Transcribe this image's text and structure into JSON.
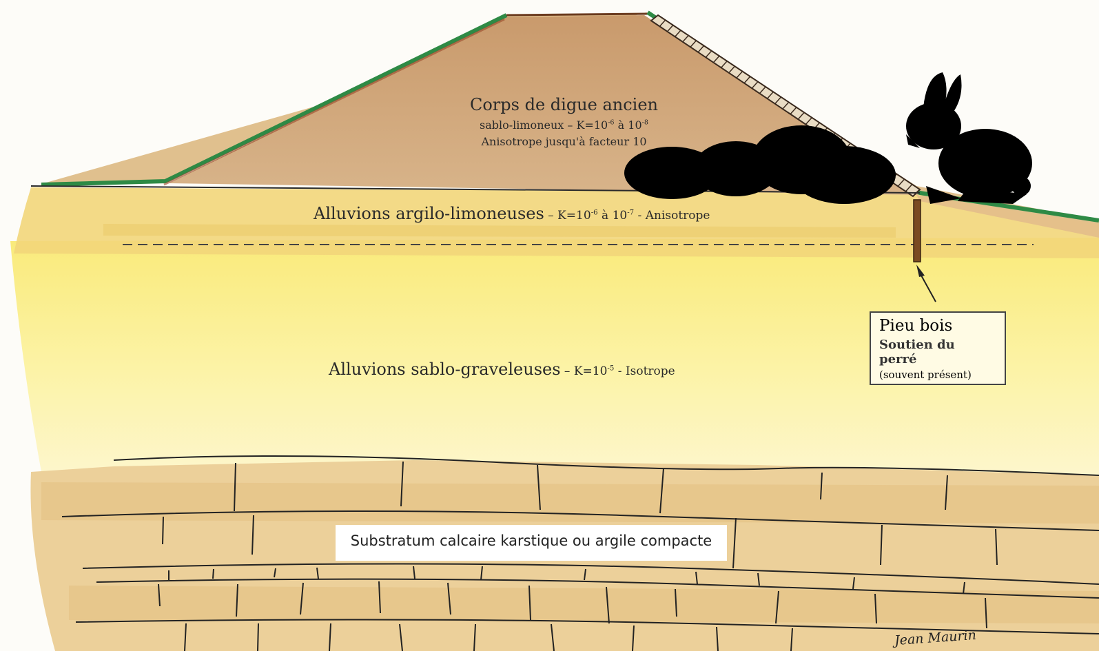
{
  "labels": {
    "dike_title": "Corps de digue ancien",
    "dike_material_pre": "sablo-limoneux – K=10",
    "dike_material_exp1": "-6",
    "dike_material_mid": " à 10",
    "dike_material_exp2": "-8",
    "dike_anisotropy": "Anisotrope jusqu'à facteur 10",
    "layer1_name": "Alluvions argilo-limoneuses",
    "layer1_prop_pre": " – K=10",
    "layer1_exp1": "-6",
    "layer1_mid": " à 10",
    "layer1_exp2": "-7",
    "layer1_post": " - Anisotrope",
    "layer2_name": "Alluvions sablo-graveleuses",
    "layer2_prop_pre": " – K=10",
    "layer2_exp": "-5",
    "layer2_post": " - Isotrope",
    "callout_title": "Pieu bois",
    "callout_subtitle": "Soutien du perré",
    "callout_note": "(souvent présent)",
    "substratum": "Substratum calcaire karstique ou argile compacte",
    "signature": "Jean Maurin"
  },
  "colors": {
    "dike_body": "#cfa57a",
    "grass": "#2e8a45",
    "clay_layer": "#f2d77c",
    "gravel_layer": "#fbf09a",
    "bedrock": "#e8c78a",
    "blob": "#000000"
  }
}
